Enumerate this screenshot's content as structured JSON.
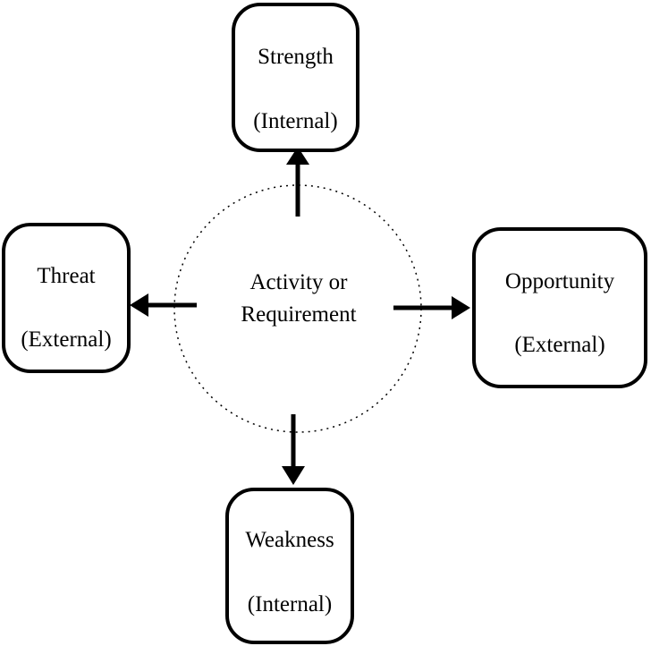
{
  "center": {
    "line1": "Activity or",
    "line2": "Requirement"
  },
  "nodes": {
    "strength": {
      "title": "Strength",
      "category": "(Internal)"
    },
    "weakness": {
      "title": "Weakness",
      "category": "(Internal)"
    },
    "threat": {
      "title": "Threat",
      "category": "(External)"
    },
    "opportunity": {
      "title": "Opportunity",
      "category": "(External)"
    }
  },
  "colors": {
    "stroke": "#000000",
    "background": "#ffffff"
  }
}
